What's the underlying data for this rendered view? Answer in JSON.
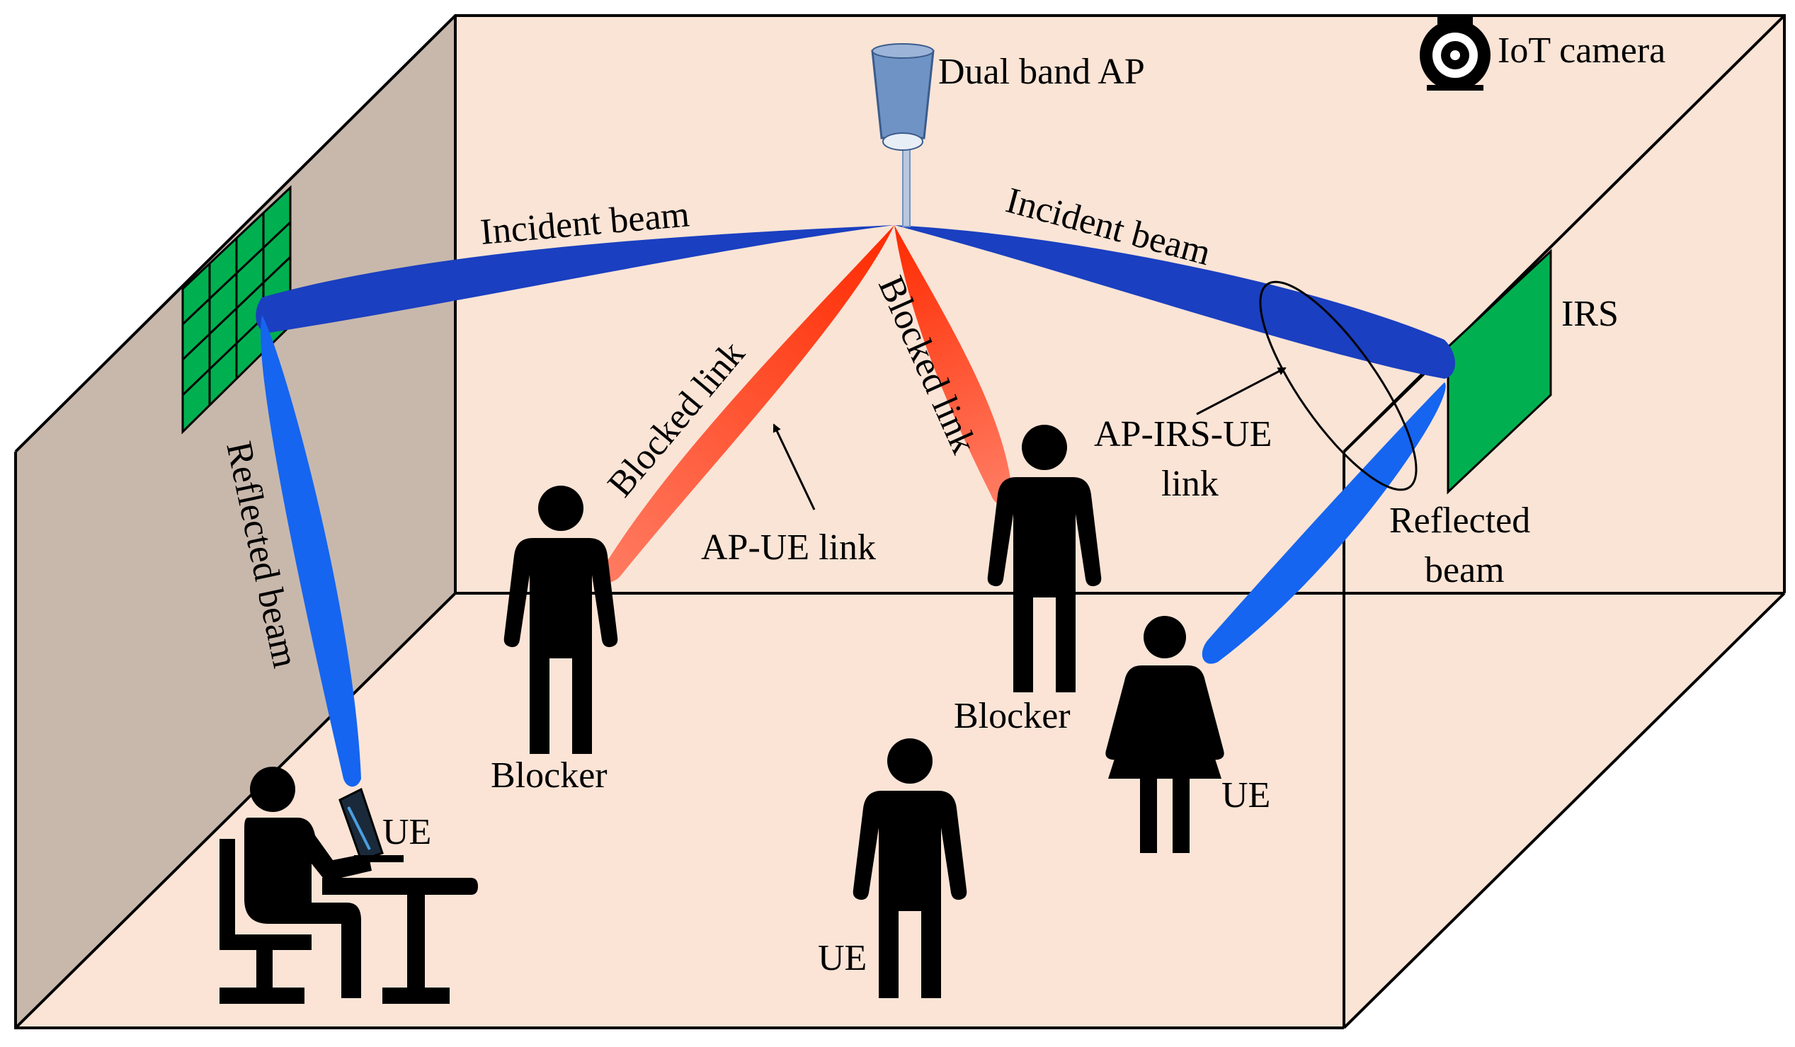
{
  "labels": {
    "ap": "Dual band AP",
    "camera": "IoT camera",
    "irs": "IRS",
    "incident_left": "Incident beam",
    "incident_right": "Incident beam",
    "reflected_left": "Reflected beam",
    "reflected_right_line1": "Reflected",
    "reflected_right_line2": "beam",
    "blocked_left": "Blocked link",
    "blocked_right": "Blocked link",
    "ap_ue_link": "AP-UE link",
    "ap_irs_ue_line1": "AP-IRS-UE",
    "ap_irs_ue_line2": "link",
    "blocker_left": "Blocker",
    "blocker_right": "Blocker",
    "ue_seated": "UE",
    "ue_center": "UE",
    "ue_right": "UE"
  },
  "colors": {
    "room_back": "#fae4d6",
    "room_floor": "#fbe4d6",
    "left_wall": "#c8b8ac",
    "beam_incident": "#1a3fc0",
    "beam_reflected": "#1565f0",
    "beam_blocked_start": "#ff2a00",
    "beam_blocked_end": "#ff6a50",
    "irs_green": "#00b050",
    "ap_body": "#6f93c4",
    "silhouette": "#000000"
  }
}
